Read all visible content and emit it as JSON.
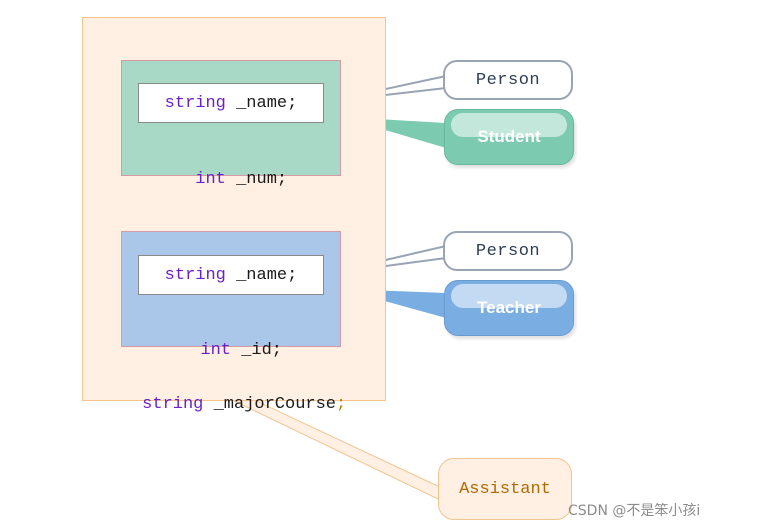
{
  "colors": {
    "outer_fill": "#fff0e3",
    "student_fill": "#a8d8c6",
    "teacher_fill": "#aac6e8",
    "keyword": "#6a22c8",
    "student_pill": "#7ccbb0",
    "teacher_pill": "#7aaee3",
    "assistant_text": "#b06a00"
  },
  "student_box": {
    "name_type": "string",
    "name_field": " _name;",
    "num_type": "int",
    "num_field": " _num;"
  },
  "teacher_box": {
    "name_type": "string",
    "name_field": " _name;",
    "id_type": "int",
    "id_field": " _id;"
  },
  "assistant_box": {
    "course_type": "string",
    "course_field": " _majorCourse",
    "course_semicolon": ";"
  },
  "callouts": {
    "person_top": "Person",
    "student": "Student",
    "person_bottom": "Person",
    "teacher": "Teacher",
    "assistant": "Assistant"
  },
  "watermark": "CSDN @不是笨小孩i"
}
